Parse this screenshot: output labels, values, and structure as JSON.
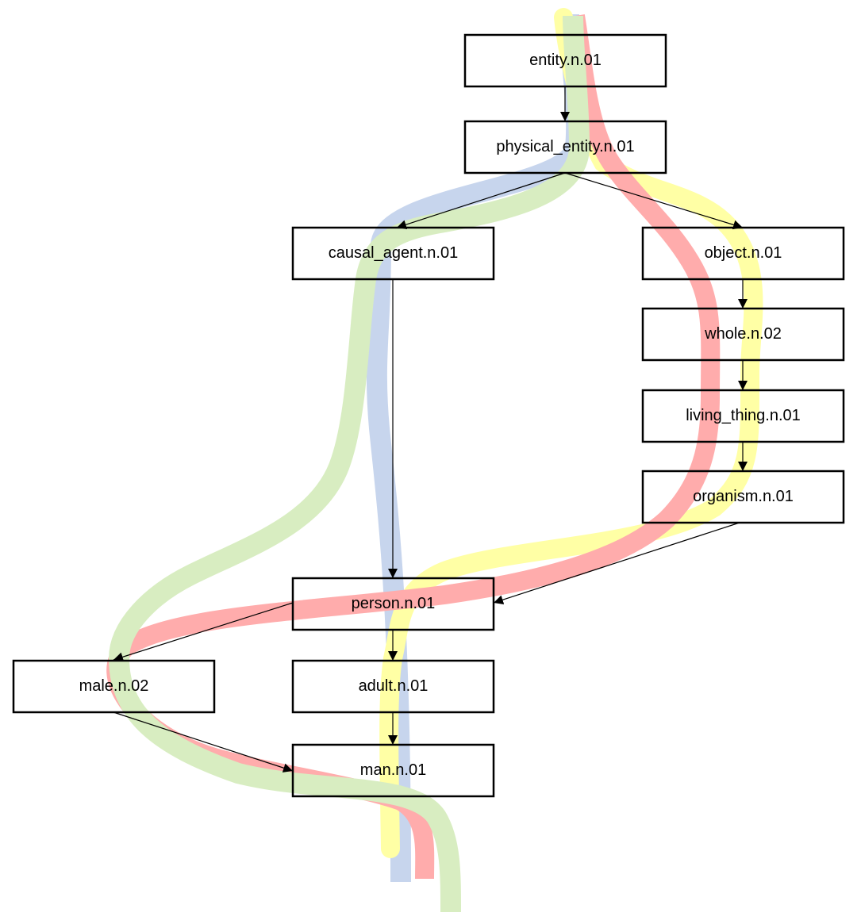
{
  "nodes": {
    "entity": "entity.n.01",
    "physical_entity": "physical_entity.n.01",
    "causal_agent": "causal_agent.n.01",
    "object": "object.n.01",
    "whole": "whole.n.02",
    "living_thing": "living_thing.n.01",
    "organism": "organism.n.01",
    "person": "person.n.01",
    "male": "male.n.02",
    "adult": "adult.n.01",
    "man": "man.n.01"
  },
  "edges": [
    [
      "entity",
      "physical_entity"
    ],
    [
      "physical_entity",
      "causal_agent"
    ],
    [
      "physical_entity",
      "object"
    ],
    [
      "causal_agent",
      "person"
    ],
    [
      "object",
      "whole"
    ],
    [
      "whole",
      "living_thing"
    ],
    [
      "living_thing",
      "organism"
    ],
    [
      "organism",
      "person"
    ],
    [
      "person",
      "male"
    ],
    [
      "person",
      "adult"
    ],
    [
      "adult",
      "man"
    ],
    [
      "male",
      "man"
    ]
  ],
  "paths": [
    {
      "color": "#b0c4e6",
      "nodes": [
        "entity",
        "physical_entity",
        "causal_agent",
        "person",
        "adult",
        "man"
      ]
    },
    {
      "color": "#ffff80",
      "nodes": [
        "entity",
        "physical_entity",
        "object",
        "whole",
        "living_thing",
        "organism",
        "person",
        "adult",
        "man"
      ]
    },
    {
      "color": "#ff8a8a",
      "nodes": [
        "entity",
        "physical_entity",
        "object",
        "whole",
        "living_thing",
        "organism",
        "person",
        "male",
        "man"
      ]
    },
    {
      "color": "#c8e6a8",
      "nodes": [
        "entity",
        "physical_entity",
        "causal_agent",
        "male",
        "man"
      ]
    }
  ]
}
